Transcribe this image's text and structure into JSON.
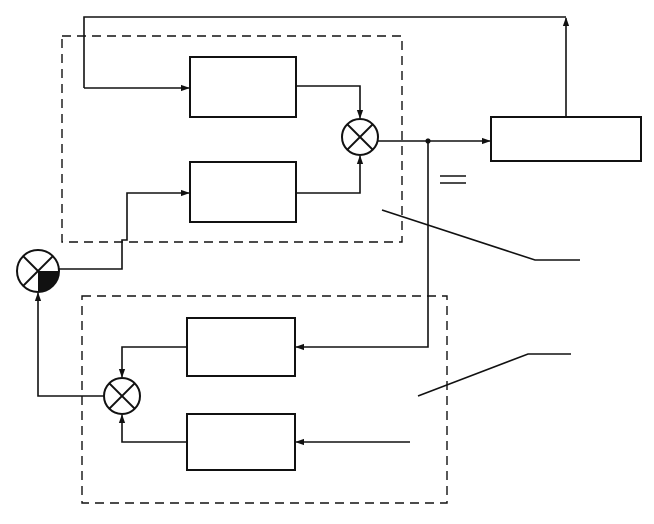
{
  "diagram": {
    "kind": "block-diagram",
    "line_color": "#111111",
    "background": "#ffffff",
    "groups": [
      {
        "id": "upper",
        "style": "dashed",
        "blocks": 2,
        "summing_junctions": 1
      },
      {
        "id": "lower",
        "style": "dashed",
        "blocks": 2,
        "summing_junctions": 1
      }
    ],
    "blocks_total": 5,
    "summing_junctions_total": 3,
    "labels": []
  }
}
